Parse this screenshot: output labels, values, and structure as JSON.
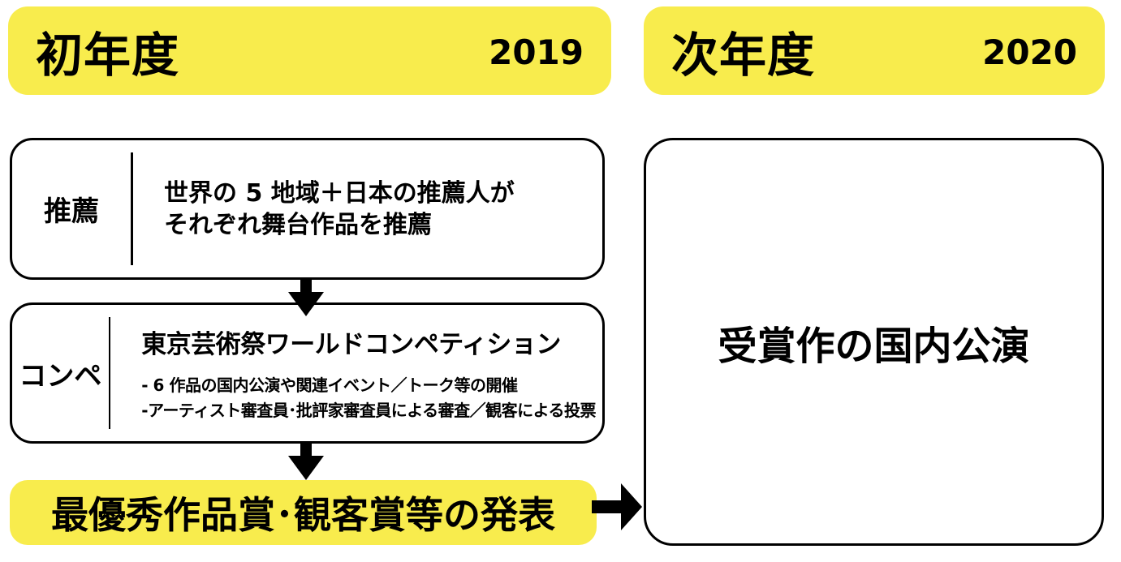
{
  "colors": {
    "highlight_yellow": "#F8EC4D",
    "ink_black": "#000000",
    "background": "#FFFFFF"
  },
  "icons": {
    "down_arrow": "⬇",
    "right_arrow": "➡"
  },
  "first_year": {
    "title": "初年度",
    "year": "2019",
    "recommend_step": {
      "label": "推薦",
      "lines": [
        "世界の 5 地域＋日本の推薦人が",
        "それぞれ舞台作品を推薦"
      ]
    },
    "competition_step": {
      "label": "コンペ",
      "title": "東京芸術祭ワールドコンペティション",
      "bullets": [
        "- 6 作品の国内公演や関連イベント／トーク等の開催",
        "-アーティスト審査員･批評家審査員による審査／観客による投票"
      ]
    },
    "result": "最優秀作品賞･観客賞等の発表"
  },
  "next_year": {
    "title": "次年度",
    "year": "2020",
    "outcome": "受賞作の国内公演"
  }
}
